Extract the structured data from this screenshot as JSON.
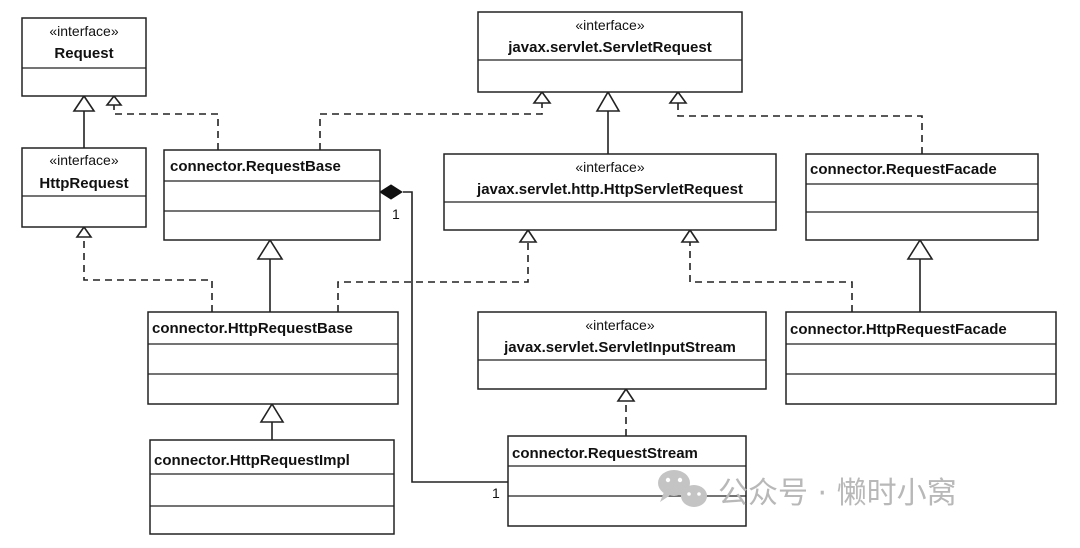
{
  "classes": [
    {
      "id": "request",
      "stereotype": "«interface»",
      "name": "Request"
    },
    {
      "id": "servlet_request",
      "stereotype": "«interface»",
      "name": "javax.servlet.ServletRequest"
    },
    {
      "id": "http_request",
      "stereotype": "«interface»",
      "name": "HttpRequest"
    },
    {
      "id": "request_base",
      "stereotype": "",
      "name": "connector.RequestBase"
    },
    {
      "id": "http_servlet_request",
      "stereotype": "«interface»",
      "name": "javax.servlet.http.HttpServletRequest"
    },
    {
      "id": "request_facade",
      "stereotype": "",
      "name": "connector.RequestFacade"
    },
    {
      "id": "http_request_base",
      "stereotype": "",
      "name": "connector.HttpRequestBase"
    },
    {
      "id": "servlet_input_stream",
      "stereotype": "«interface»",
      "name": "javax.servlet.ServletInputStream"
    },
    {
      "id": "http_request_facade",
      "stereotype": "",
      "name": "connector.HttpRequestFacade"
    },
    {
      "id": "http_request_impl",
      "stereotype": "",
      "name": "connector.HttpRequestImpl"
    },
    {
      "id": "request_stream",
      "stereotype": "",
      "name": "connector.RequestStream"
    }
  ],
  "relations": [
    {
      "from": "http_request",
      "to": "request",
      "kind": "generalization"
    },
    {
      "from": "request_base",
      "to": "request",
      "kind": "realization"
    },
    {
      "from": "request_base",
      "to": "servlet_request",
      "kind": "realization"
    },
    {
      "from": "http_servlet_request",
      "to": "servlet_request",
      "kind": "generalization"
    },
    {
      "from": "request_facade",
      "to": "servlet_request",
      "kind": "realization"
    },
    {
      "from": "http_request_base",
      "to": "request_base",
      "kind": "generalization"
    },
    {
      "from": "http_request_base",
      "to": "http_request",
      "kind": "realization"
    },
    {
      "from": "http_request_base",
      "to": "http_servlet_request",
      "kind": "realization"
    },
    {
      "from": "http_request_facade",
      "to": "http_servlet_request",
      "kind": "realization"
    },
    {
      "from": "http_request_facade",
      "to": "request_facade",
      "kind": "generalization"
    },
    {
      "from": "http_request_impl",
      "to": "http_request_base",
      "kind": "generalization"
    },
    {
      "from": "request_stream",
      "to": "servlet_input_stream",
      "kind": "realization"
    },
    {
      "from": "request_base",
      "to": "request_stream",
      "kind": "composition"
    }
  ],
  "multiplicities": {
    "composition_whole": "1",
    "composition_part": "1"
  },
  "watermark": {
    "text": "公众号 · 懒时小窝",
    "icon": "wechat-icon"
  }
}
